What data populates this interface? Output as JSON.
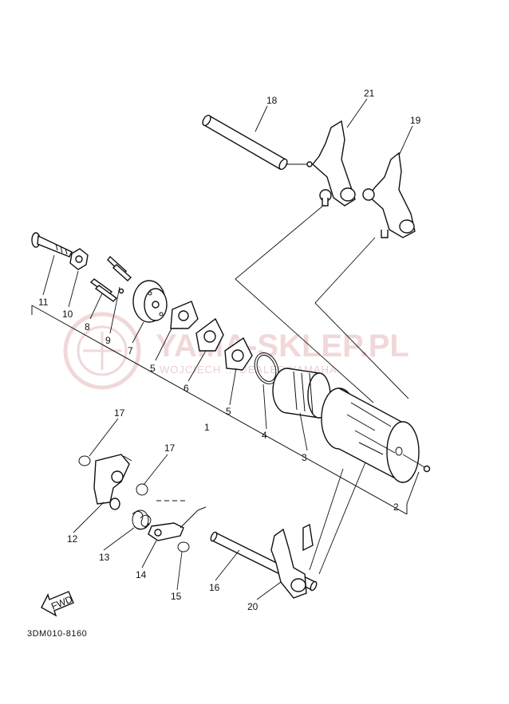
{
  "diagram_code": "3DM010-8160",
  "fwd_label": "FWD",
  "watermark": {
    "main": "YAMA-SKLEP.PL",
    "sub": "WOJCIECH ... DEALER YAMAHA",
    "color": "#e6b9b9"
  },
  "callouts": {
    "c1": "1",
    "c2": "2",
    "c3": "3",
    "c4": "4",
    "c5a": "5",
    "c5b": "5",
    "c6": "6",
    "c7": "7",
    "c8": "8",
    "c9": "9",
    "c10": "10",
    "c11": "11",
    "c12": "12",
    "c13": "13",
    "c14": "14",
    "c15": "15",
    "c16": "16",
    "c17a": "17",
    "c17b": "17",
    "c18": "18",
    "c19": "19",
    "c20": "20",
    "c21": "21"
  }
}
